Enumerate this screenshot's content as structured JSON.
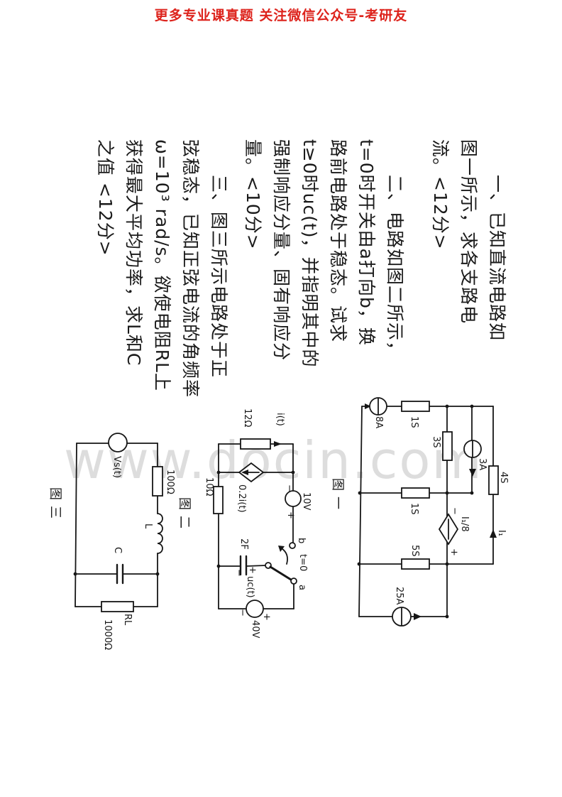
{
  "header": {
    "promo_text": "更多专业课真题 关注微信公众号-考研友"
  },
  "watermark": {
    "text": "www.docin.com"
  },
  "problems": {
    "lines": [
      "一、已知直流电路如",
      "图一所示，求各支路电",
      "流。<12分>",
      "二、电路如图二所示，",
      "t=0时开关由a打向b，换",
      "路前电路处于稳态。试求",
      "t≥0时uc(t)，并指明其中的",
      "强制响应分量、固有响应分",
      "量。<10分>",
      "三、图三所示电路处于正",
      "弦稳态，已知正弦电流的角频率",
      "ω=10³ rad/s。欲使电阻RL上",
      "获得最大平均功率，求L和C",
      "之值 <12分>"
    ]
  },
  "figure1": {
    "caption": "图一",
    "src_8a": "8A",
    "g1_top": "1S",
    "g3": "3S",
    "src_3a": "3A",
    "g4": "4S",
    "g1_mid": "1S",
    "dep_src": "I₁/8",
    "dep_minus": "−",
    "dep_plus": "+",
    "g5": "5S",
    "src_25a": "25A",
    "cur_i1": "I₁"
  },
  "figure2": {
    "caption": "图二",
    "r12": "12Ω",
    "cur_it": "i(t)",
    "dep_src": "0.2i(t)",
    "r10": "10Ω",
    "v10": "10V",
    "v10_minus": "−",
    "v10_plus": "+",
    "cap_2f": "2F",
    "uc_minus": "−",
    "uc_plus": "+",
    "uc_label": "uc(t)",
    "sw_b": "b",
    "sw_a": "a",
    "sw_time": "t=0",
    "v40": "40V",
    "v40_minus": "−",
    "v40_plus": "+"
  },
  "figure3": {
    "caption": "图三",
    "vs": "Vs(t)",
    "r100": "100Ω",
    "ind_l": "L",
    "cap_c": "C",
    "r_load": "RL",
    "r_load_val": "1000Ω"
  }
}
